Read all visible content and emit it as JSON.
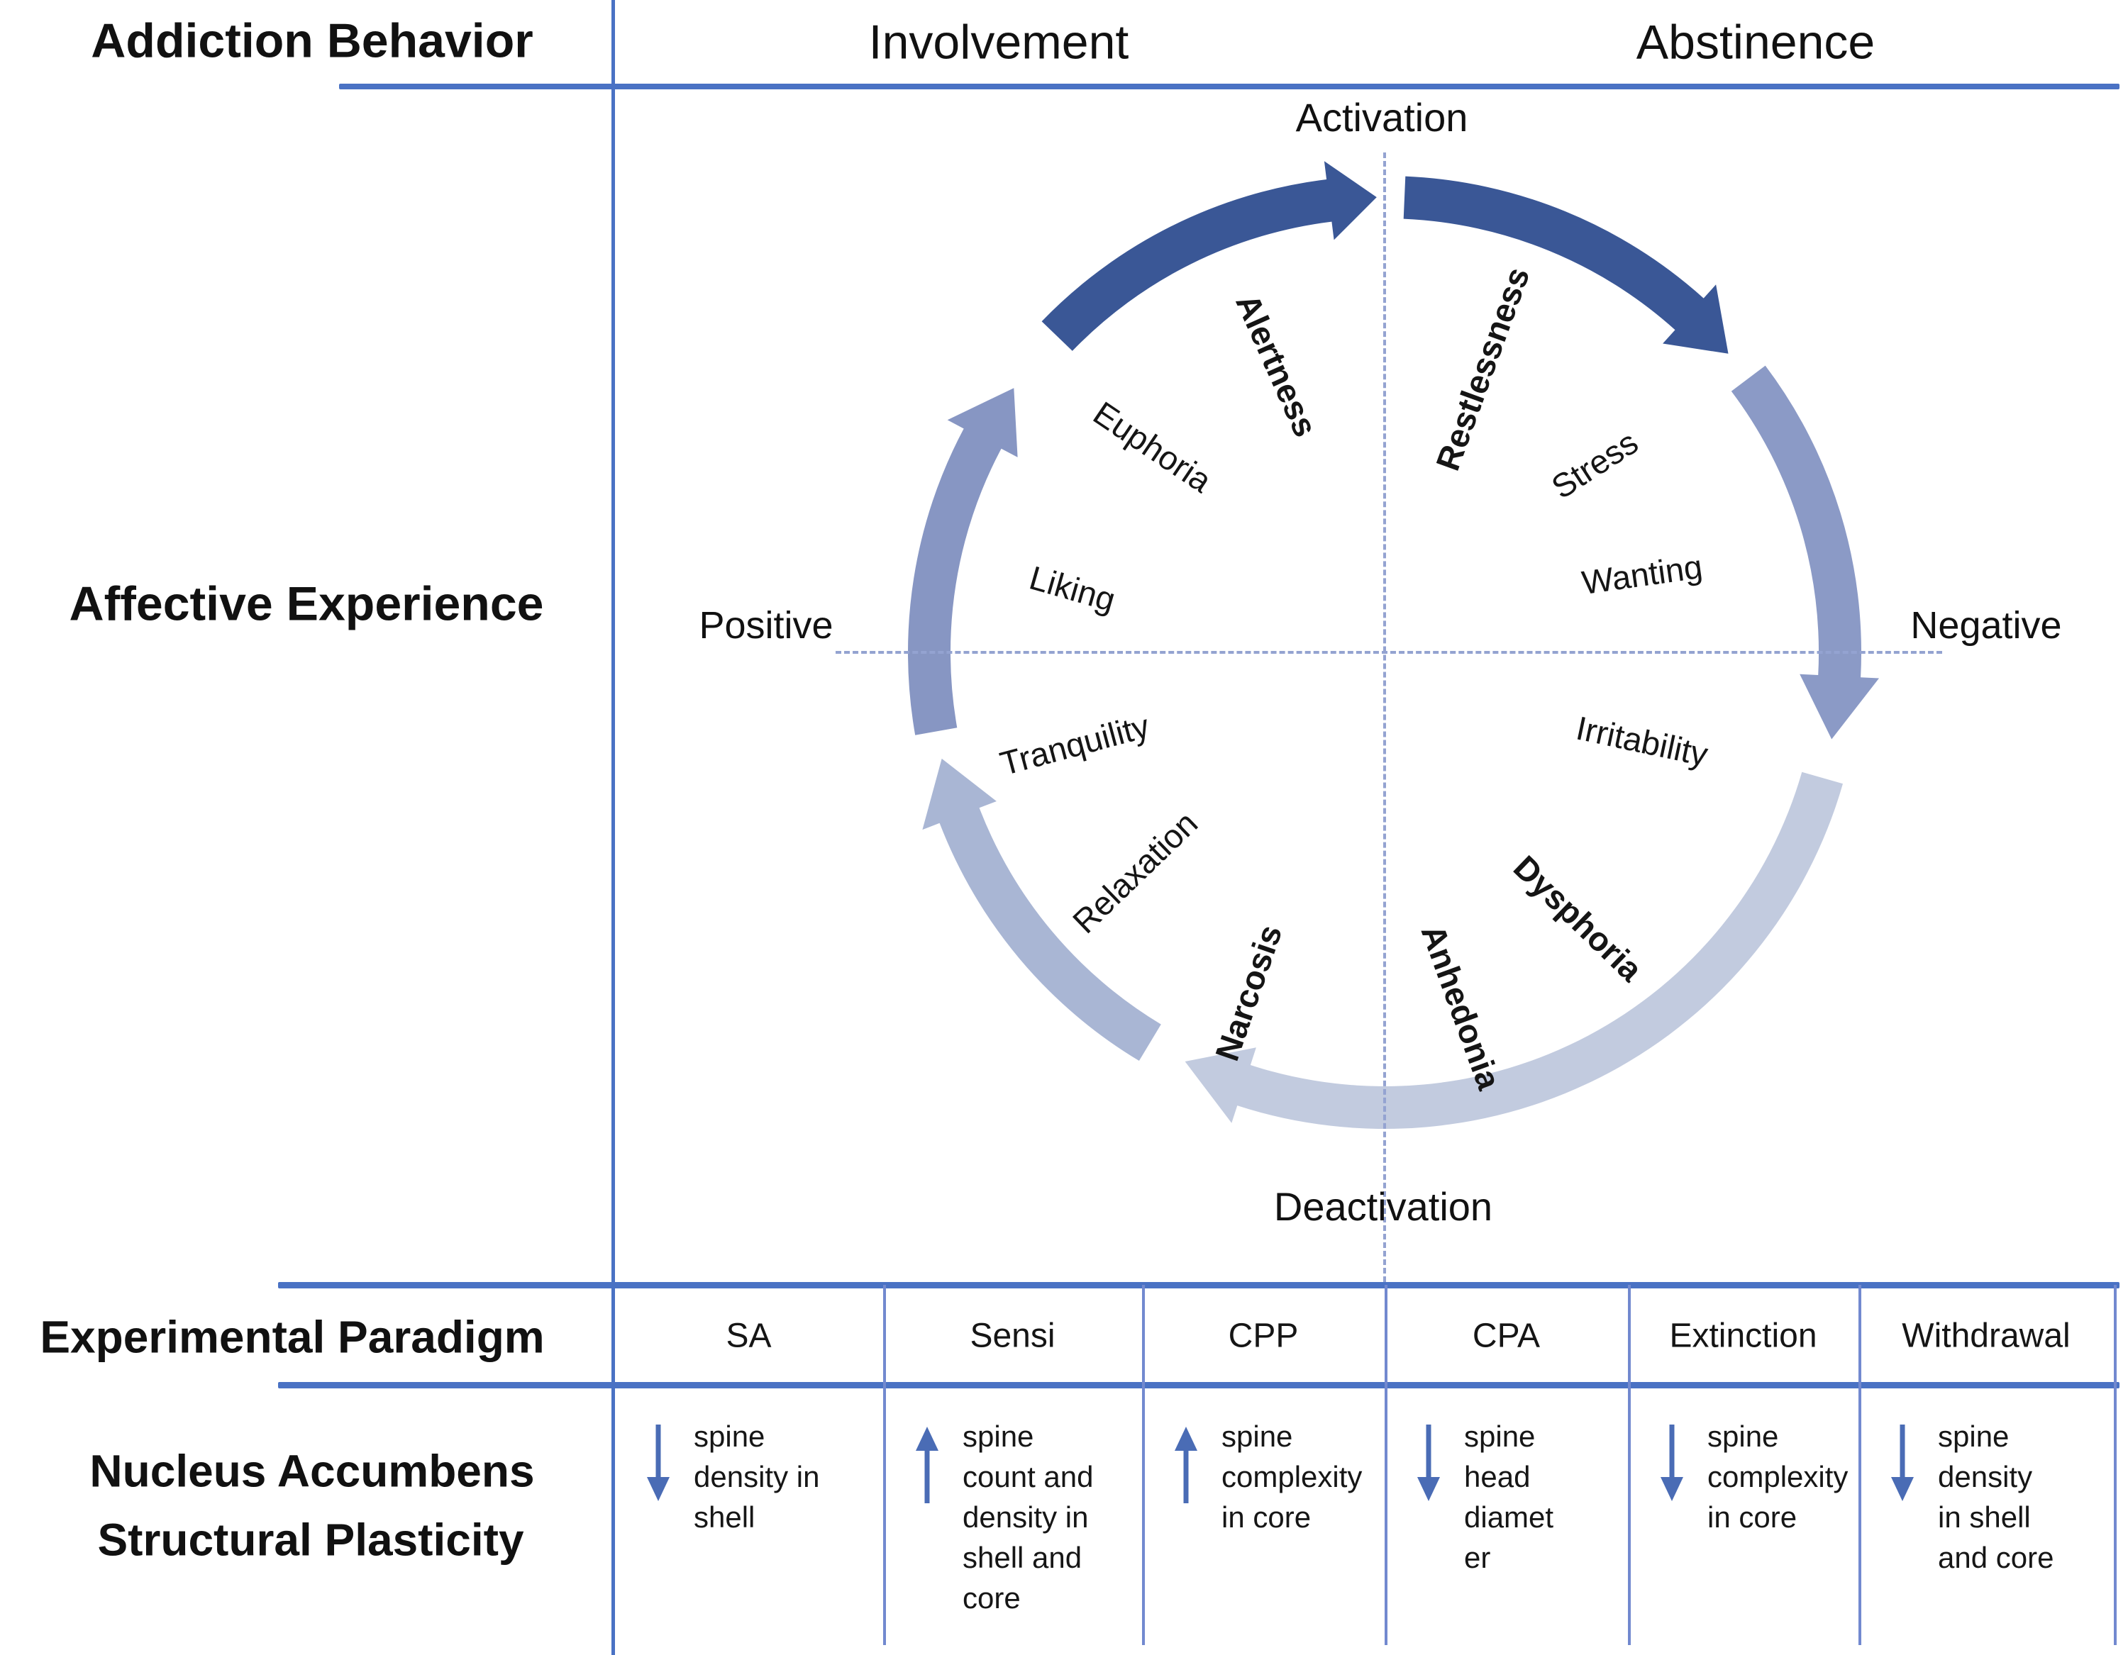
{
  "figure": {
    "header": {
      "row_label": "Addiction Behavior",
      "involvement": "Involvement",
      "abstinence": "Abstinence"
    },
    "affective": {
      "row_label": "Affective Experience",
      "axis": {
        "top": "Activation",
        "right": "Negative",
        "bottom": "Deactivation",
        "left": "Positive"
      },
      "cycle_direction": "clockwise",
      "emotions": [
        {
          "label": "Alertness",
          "emphasis": true
        },
        {
          "label": "Restlessness",
          "emphasis": true
        },
        {
          "label": "Stress",
          "emphasis": false
        },
        {
          "label": "Wanting",
          "emphasis": false
        },
        {
          "label": "Irritability",
          "emphasis": false
        },
        {
          "label": "Dysphoria",
          "emphasis": true
        },
        {
          "label": "Anhedonia",
          "emphasis": true
        },
        {
          "label": "Narcosis",
          "emphasis": true
        },
        {
          "label": "Relaxation",
          "emphasis": false
        },
        {
          "label": "Tranquility",
          "emphasis": false
        },
        {
          "label": "Liking",
          "emphasis": false
        },
        {
          "label": "Euphoria",
          "emphasis": false
        }
      ]
    },
    "paradigm_row": {
      "row_label": "Experimental Paradigm"
    },
    "plasticity_row": {
      "row_label_line1": "Nucleus Accumbens",
      "row_label_line2": "Structural Plasticity"
    },
    "table": [
      {
        "paradigm": "SA",
        "direction": "down",
        "finding": "spine density in shell",
        "lines": [
          "spine",
          "density in",
          "shell"
        ]
      },
      {
        "paradigm": "Sensi",
        "direction": "up",
        "finding": "spine count and density in shell and core",
        "lines": [
          "spine",
          "count and",
          "density in",
          "shell and",
          "core"
        ]
      },
      {
        "paradigm": "CPP",
        "direction": "up",
        "finding": "spine complexity in core",
        "lines": [
          "spine",
          "complexity",
          "in core"
        ]
      },
      {
        "paradigm": "CPA",
        "direction": "down",
        "finding": "spine head diameter",
        "lines": [
          "spine",
          "head",
          "diamet",
          "er"
        ]
      },
      {
        "paradigm": "Extinction",
        "direction": "down",
        "finding": "spine complexity in core",
        "lines": [
          "spine",
          "complexity",
          "in core"
        ]
      },
      {
        "paradigm": "Withdrawal",
        "direction": "down",
        "finding": "spine density in shell and core",
        "lines": [
          "spine",
          "density",
          "in shell",
          "and core"
        ]
      }
    ],
    "colors": {
      "line_blue": "#4a72c4",
      "grid_blue": "#7289cf",
      "dashed_blue": "#94a3d1",
      "cell_arrow_blue": "#4a6cb5",
      "text_black": "#111111",
      "arc_segments": [
        "#3a5796",
        "#3a5796",
        "#8b9ac6",
        "#c2cbdf",
        "#a9b6d4",
        "#8796c3"
      ]
    }
  }
}
